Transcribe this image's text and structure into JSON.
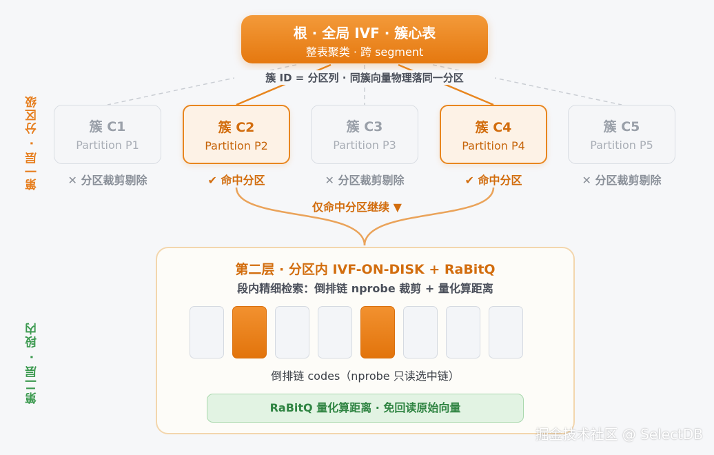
{
  "root": {
    "title": "根 · 全局 IVF · 簇心表",
    "subtitle": "整表聚类 · 跨 segment",
    "note": "簇 ID = 分区列 · 同簇向量物理落同一分区"
  },
  "side_labels": {
    "layer1": "第一层 · 分区级",
    "layer2": "第二层 · 段内"
  },
  "clusters": [
    {
      "name": "簇 C1",
      "partition": "Partition P1",
      "status": "✕ 分区裁剪剔除",
      "hit": false
    },
    {
      "name": "簇 C2",
      "partition": "Partition P2",
      "status": "✔ 命中分区",
      "hit": true
    },
    {
      "name": "簇 C3",
      "partition": "Partition P3",
      "status": "✕ 分区裁剪剔除",
      "hit": false
    },
    {
      "name": "簇 C4",
      "partition": "Partition P4",
      "status": "✔ 命中分区",
      "hit": true
    },
    {
      "name": "簇 C5",
      "partition": "Partition P5",
      "status": "✕ 分区裁剪剔除",
      "hit": false
    }
  ],
  "inherit_label": "仅命中分区继续 ▼",
  "layer2": {
    "title": "第二层 · 分区内 IVF-ON-DISK + RaBitQ",
    "subtitle": "段内精细检索：倒排链 nprobe 裁剪 + 量化算距离",
    "lists_selected": [
      false,
      true,
      false,
      false,
      true,
      false,
      false,
      false
    ],
    "lists_caption": "倒排链 codes（nprobe 只读选中链）",
    "rabitq_bar": "RaBitQ 量化算距离 · 免回读原始向量"
  },
  "colors": {
    "accent_orange": "#e67e1e",
    "layer2_green": "#3c9a50",
    "pruned_gray": "#8a9099"
  },
  "watermark": "掘金技术社区 @ SelectDB"
}
